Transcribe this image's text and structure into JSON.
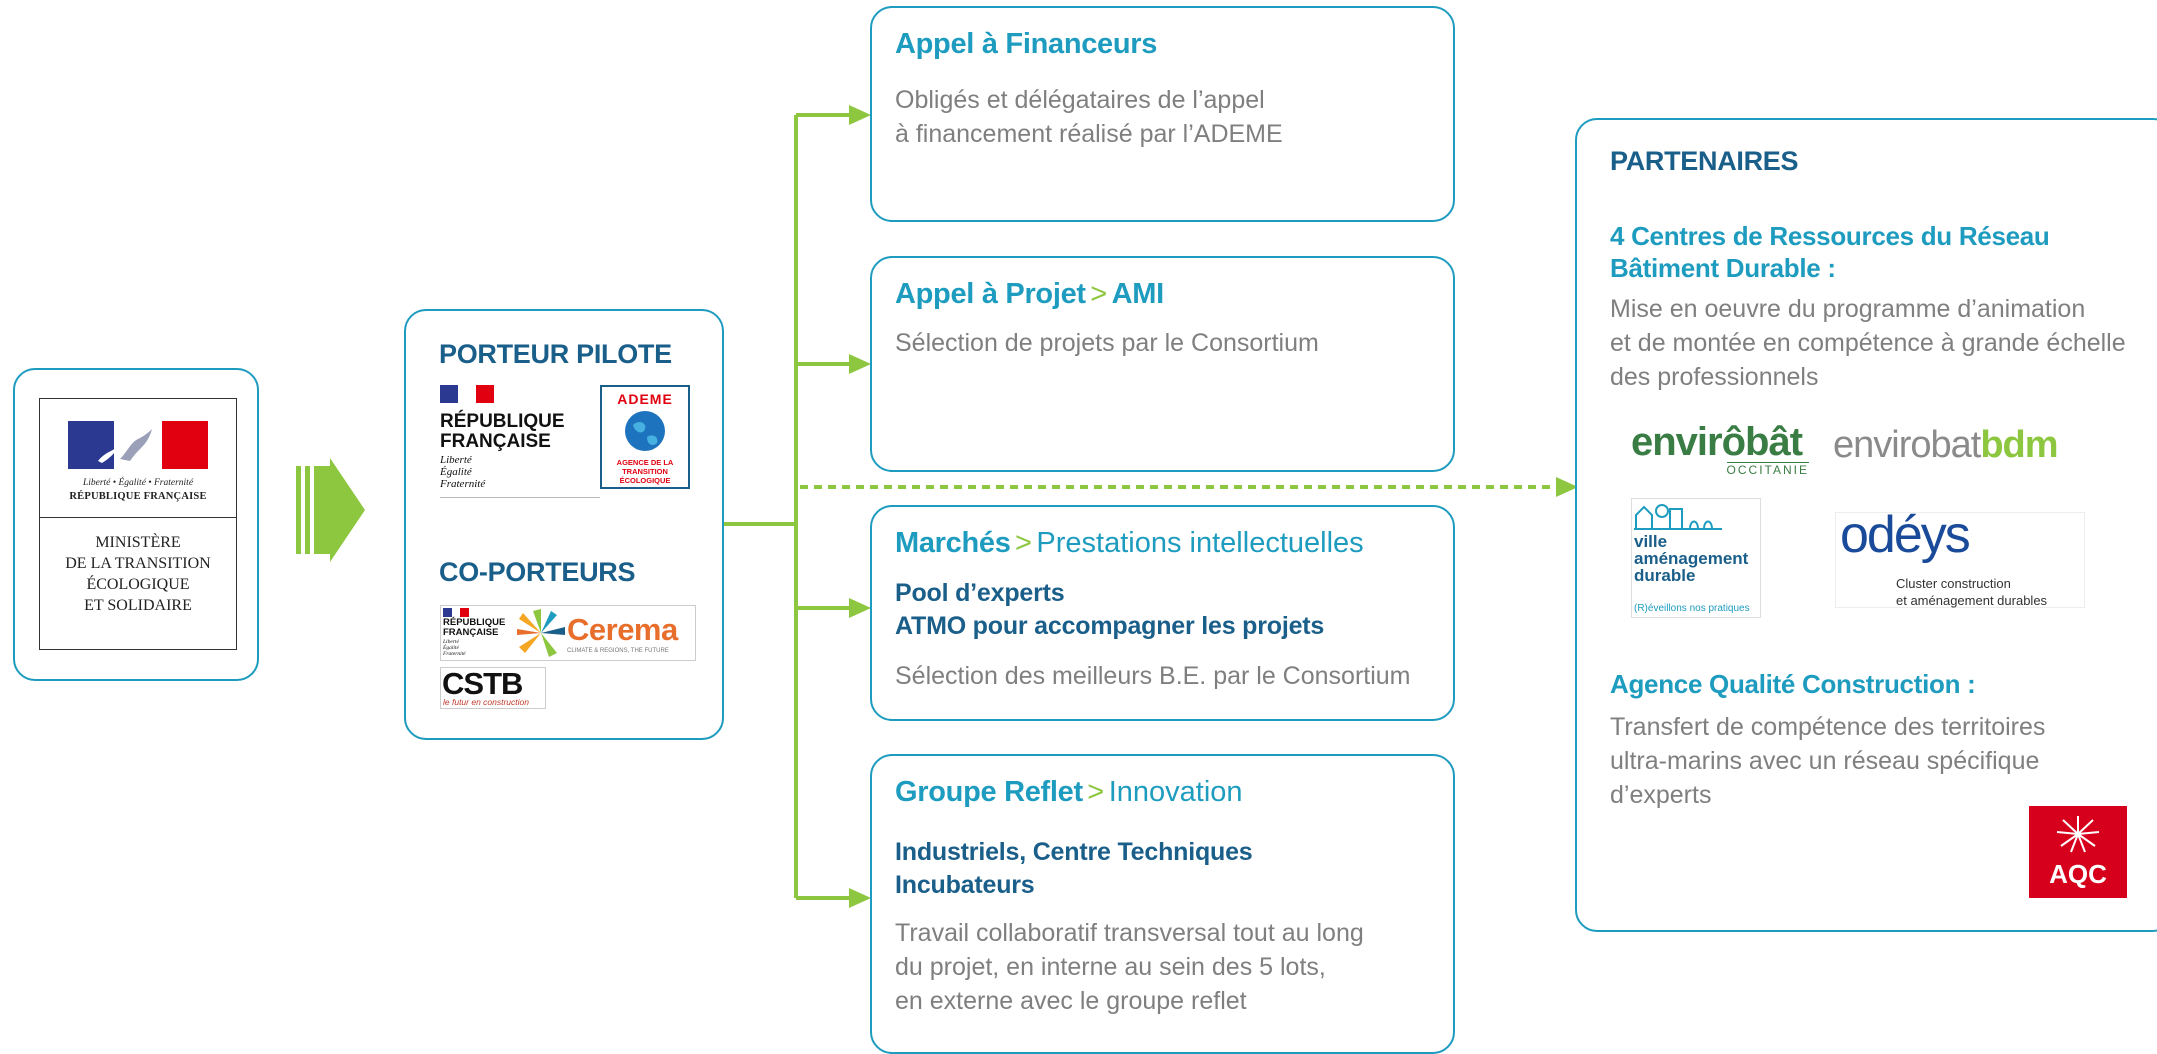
{
  "colors": {
    "accent": "#1e9cbf",
    "dark_blue": "#1a5e8a",
    "green": "#8dc63f",
    "grey_text": "#7f7f7f",
    "marianne_blue": "#2b3990",
    "marianne_red": "#e1000f",
    "aqc_red": "#d6001c"
  },
  "ministry": {
    "motto": "Liberté • Égalité • Fraternité",
    "republique": "RÉPUBLIQUE FRANÇAISE",
    "lines": [
      "MINISTÈRE",
      "DE LA TRANSITION",
      "ÉCOLOGIQUE",
      "ET SOLIDAIRE"
    ]
  },
  "porteur": {
    "title": "PORTEUR PILOTE",
    "rf_lines": [
      "RÉPUBLIQUE",
      "FRANÇAISE"
    ],
    "rf_motto": [
      "Liberté",
      "Égalité",
      "Fraternité"
    ],
    "ademe_name": "ADEME",
    "ademe_sub": [
      "AGENCE DE LA",
      "TRANSITION",
      "ÉCOLOGIQUE"
    ],
    "coporteurs_title": "CO-PORTEURS",
    "rf_small_lines": [
      "RÉPUBLIQUE",
      "FRANÇAISE"
    ],
    "rf_small_motto": [
      "Liberté",
      "Égalité",
      "Fraternité"
    ],
    "cerema_name": "Cerema",
    "cerema_tag": "CLIMATE & REGIONS, THE FUTURE",
    "cstb_name": "CSTB",
    "cstb_tag": "le futur en construction"
  },
  "box_financeurs": {
    "title": "Appel à Financeurs",
    "lines": [
      "Obligés et délégataires de l’appel",
      "à financement réalisé par l’ADEME"
    ]
  },
  "box_projet": {
    "title": "Appel à Projet",
    "sep": ">",
    "title2": "AMI",
    "lines": [
      "Sélection de projets par le Consortium"
    ]
  },
  "box_marches": {
    "title": "Marchés",
    "sep": ">",
    "title2": "Prestations intellectuelles",
    "bold_lines": [
      "Pool d’experts",
      "ATMO pour accompagner les projets"
    ],
    "lines": [
      "Sélection des meilleurs B.E. par le Consortium"
    ]
  },
  "box_reflet": {
    "title": "Groupe Reflet",
    "sep": ">",
    "title2": "Innovation",
    "bold_lines": [
      "Industriels, Centre Techniques",
      "Incubateurs"
    ],
    "lines": [
      "Travail collaboratif transversal tout au long",
      "du projet, en interne au sein des 5 lots,",
      "en externe avec le groupe reflet"
    ]
  },
  "partenaires": {
    "title": "PARTENAIRES",
    "sub1": [
      "4 Centres de Ressources du Réseau",
      "Bâtiment Durable :"
    ],
    "text1": [
      "Mise en oeuvre du programme d’animation",
      "et de montée en compétence à grande échelle",
      "des professionnels"
    ],
    "envirobat_occ": "envirôbât",
    "envirobat_occ_sub": "OCCITANIE",
    "envirobat_bdm": "envirobat",
    "envirobat_bdm_suffix": "bdm",
    "ville_lines": [
      "ville",
      "aménagement",
      "durable"
    ],
    "ville_tag": "(R)éveillons nos pratiques",
    "odeys": "odéys",
    "odeys_tag": [
      "Cluster construction",
      "et aménagement durables"
    ],
    "sub2": "Agence Qualité Construction :",
    "text2": [
      "Transfert de compétence des territoires",
      "ultra-marins avec un réseau spécifique",
      "d’experts"
    ],
    "aqc": "AQC"
  }
}
